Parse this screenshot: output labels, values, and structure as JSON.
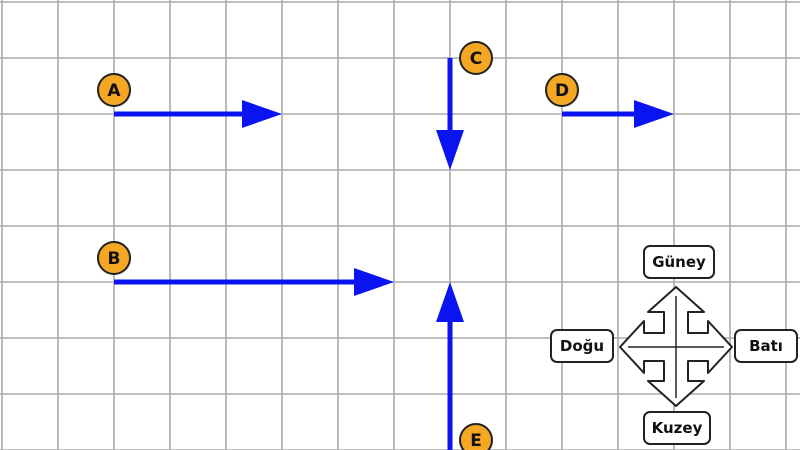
{
  "colors": {
    "background": "#ffffff",
    "grid": "#aaaaaa",
    "arrow": "#0a14f0",
    "badge_fill": "#f5a623",
    "badge_stroke": "#222222",
    "outline": "#222222"
  },
  "vectors": [
    {
      "label": "A",
      "tail": [
        2,
        2
      ],
      "head": [
        5,
        2
      ]
    },
    {
      "label": "B",
      "tail": [
        2,
        5
      ],
      "head": [
        7,
        5
      ]
    },
    {
      "label": "C",
      "tail": [
        8,
        1
      ],
      "head": [
        8,
        3
      ]
    },
    {
      "label": "D",
      "tail": [
        10,
        2
      ],
      "head": [
        12,
        2
      ]
    },
    {
      "label": "E",
      "tail": [
        8,
        8
      ],
      "head": [
        8,
        5
      ]
    }
  ],
  "compass": {
    "south": "Güney",
    "north": "Kuzey",
    "east": "Doğu",
    "west": "Batı"
  }
}
